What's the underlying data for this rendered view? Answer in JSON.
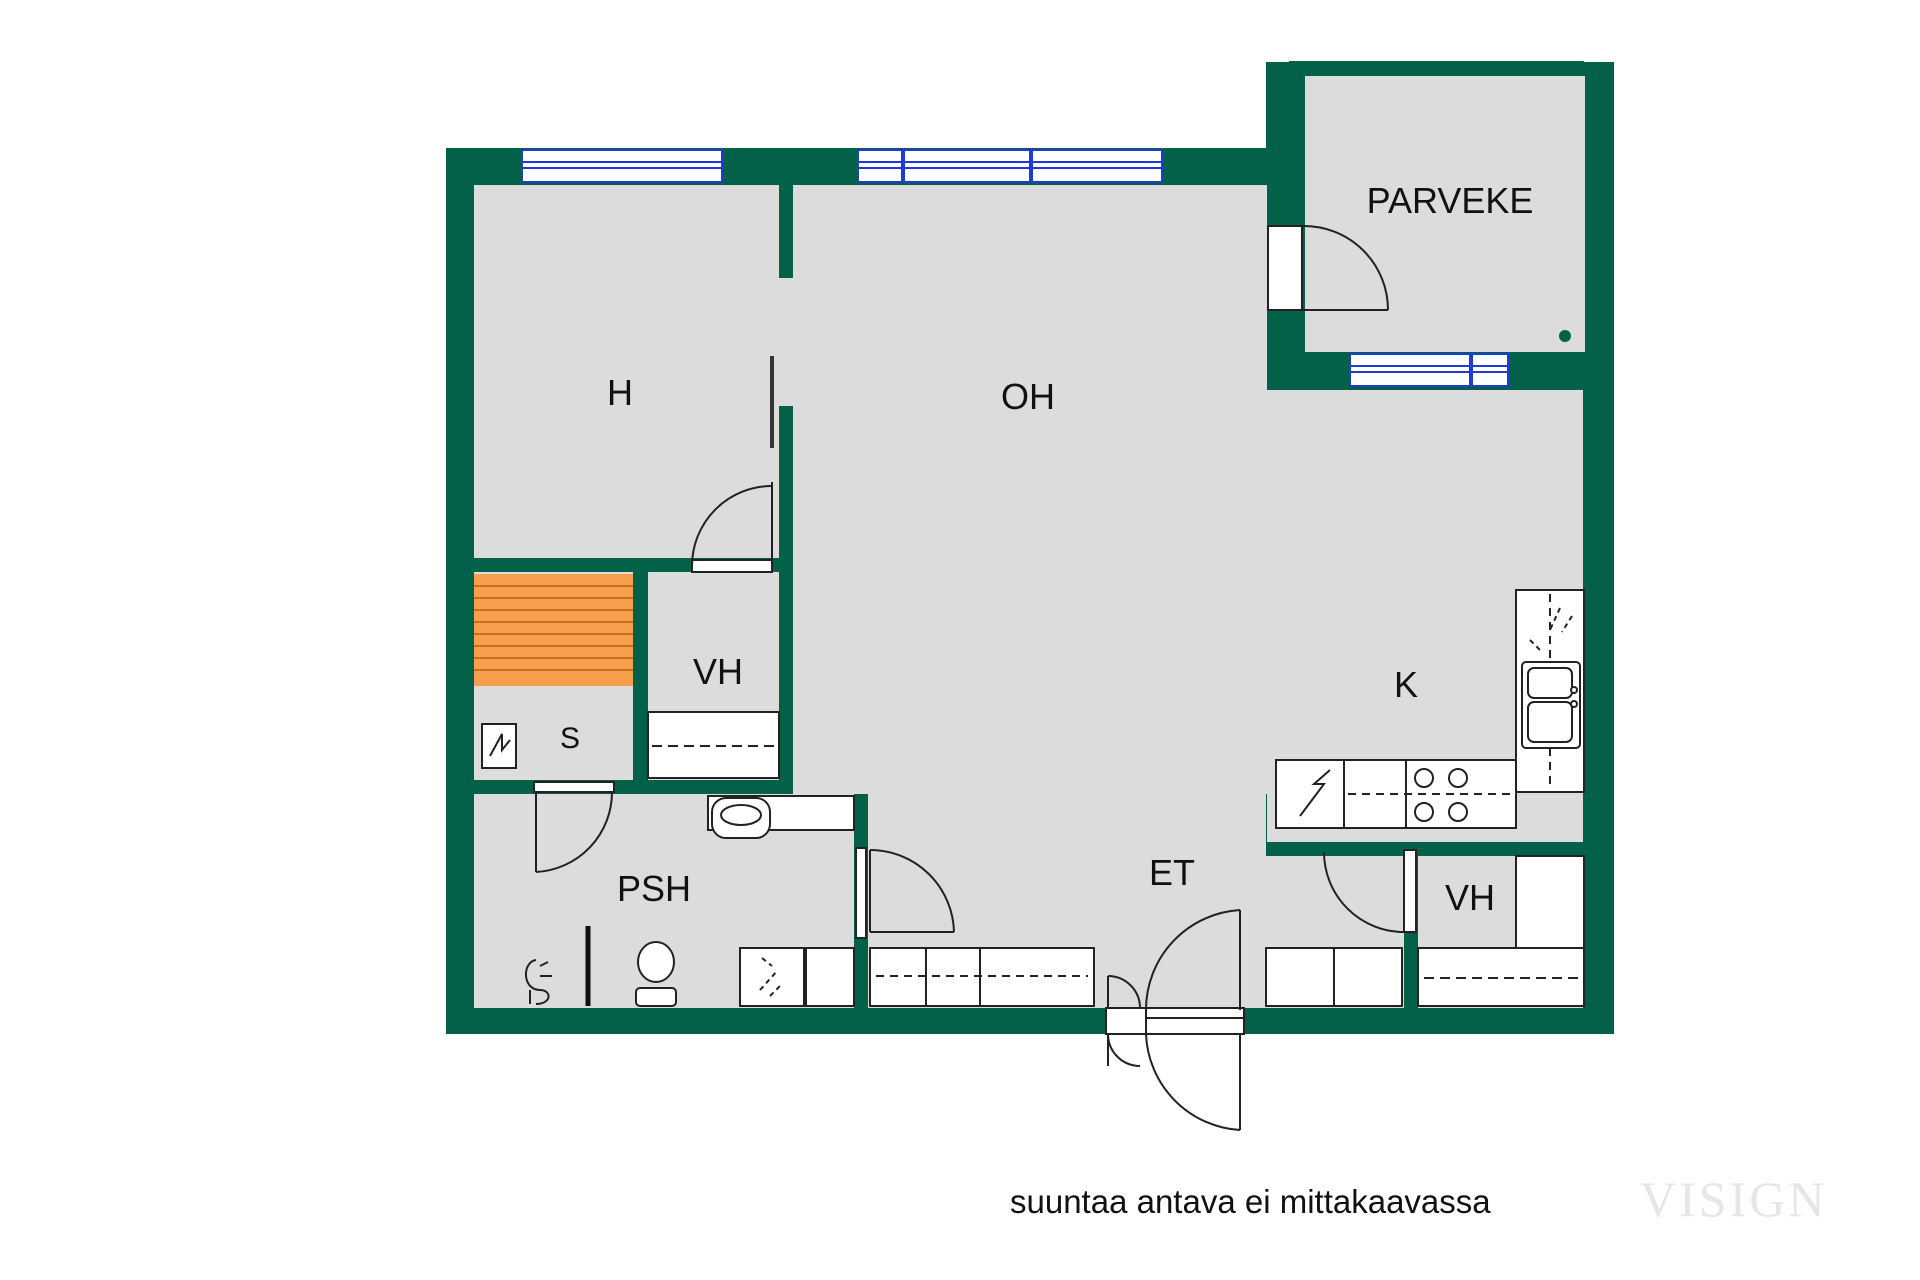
{
  "colors": {
    "wall": "#03614a",
    "floor": "#dcdcdc",
    "sauna_bench": "#f6a04d",
    "window": "#1f3bd6",
    "background": "#ffffff"
  },
  "rooms": {
    "parveke": "PARVEKE",
    "h": "H",
    "oh": "OH",
    "vh_left": "VH",
    "s": "S",
    "k": "K",
    "psh": "PSH",
    "et": "ET",
    "vh_right": "VH"
  },
  "note": "suuntaa antava ei mittakaavassa",
  "watermark": "VISIGN"
}
